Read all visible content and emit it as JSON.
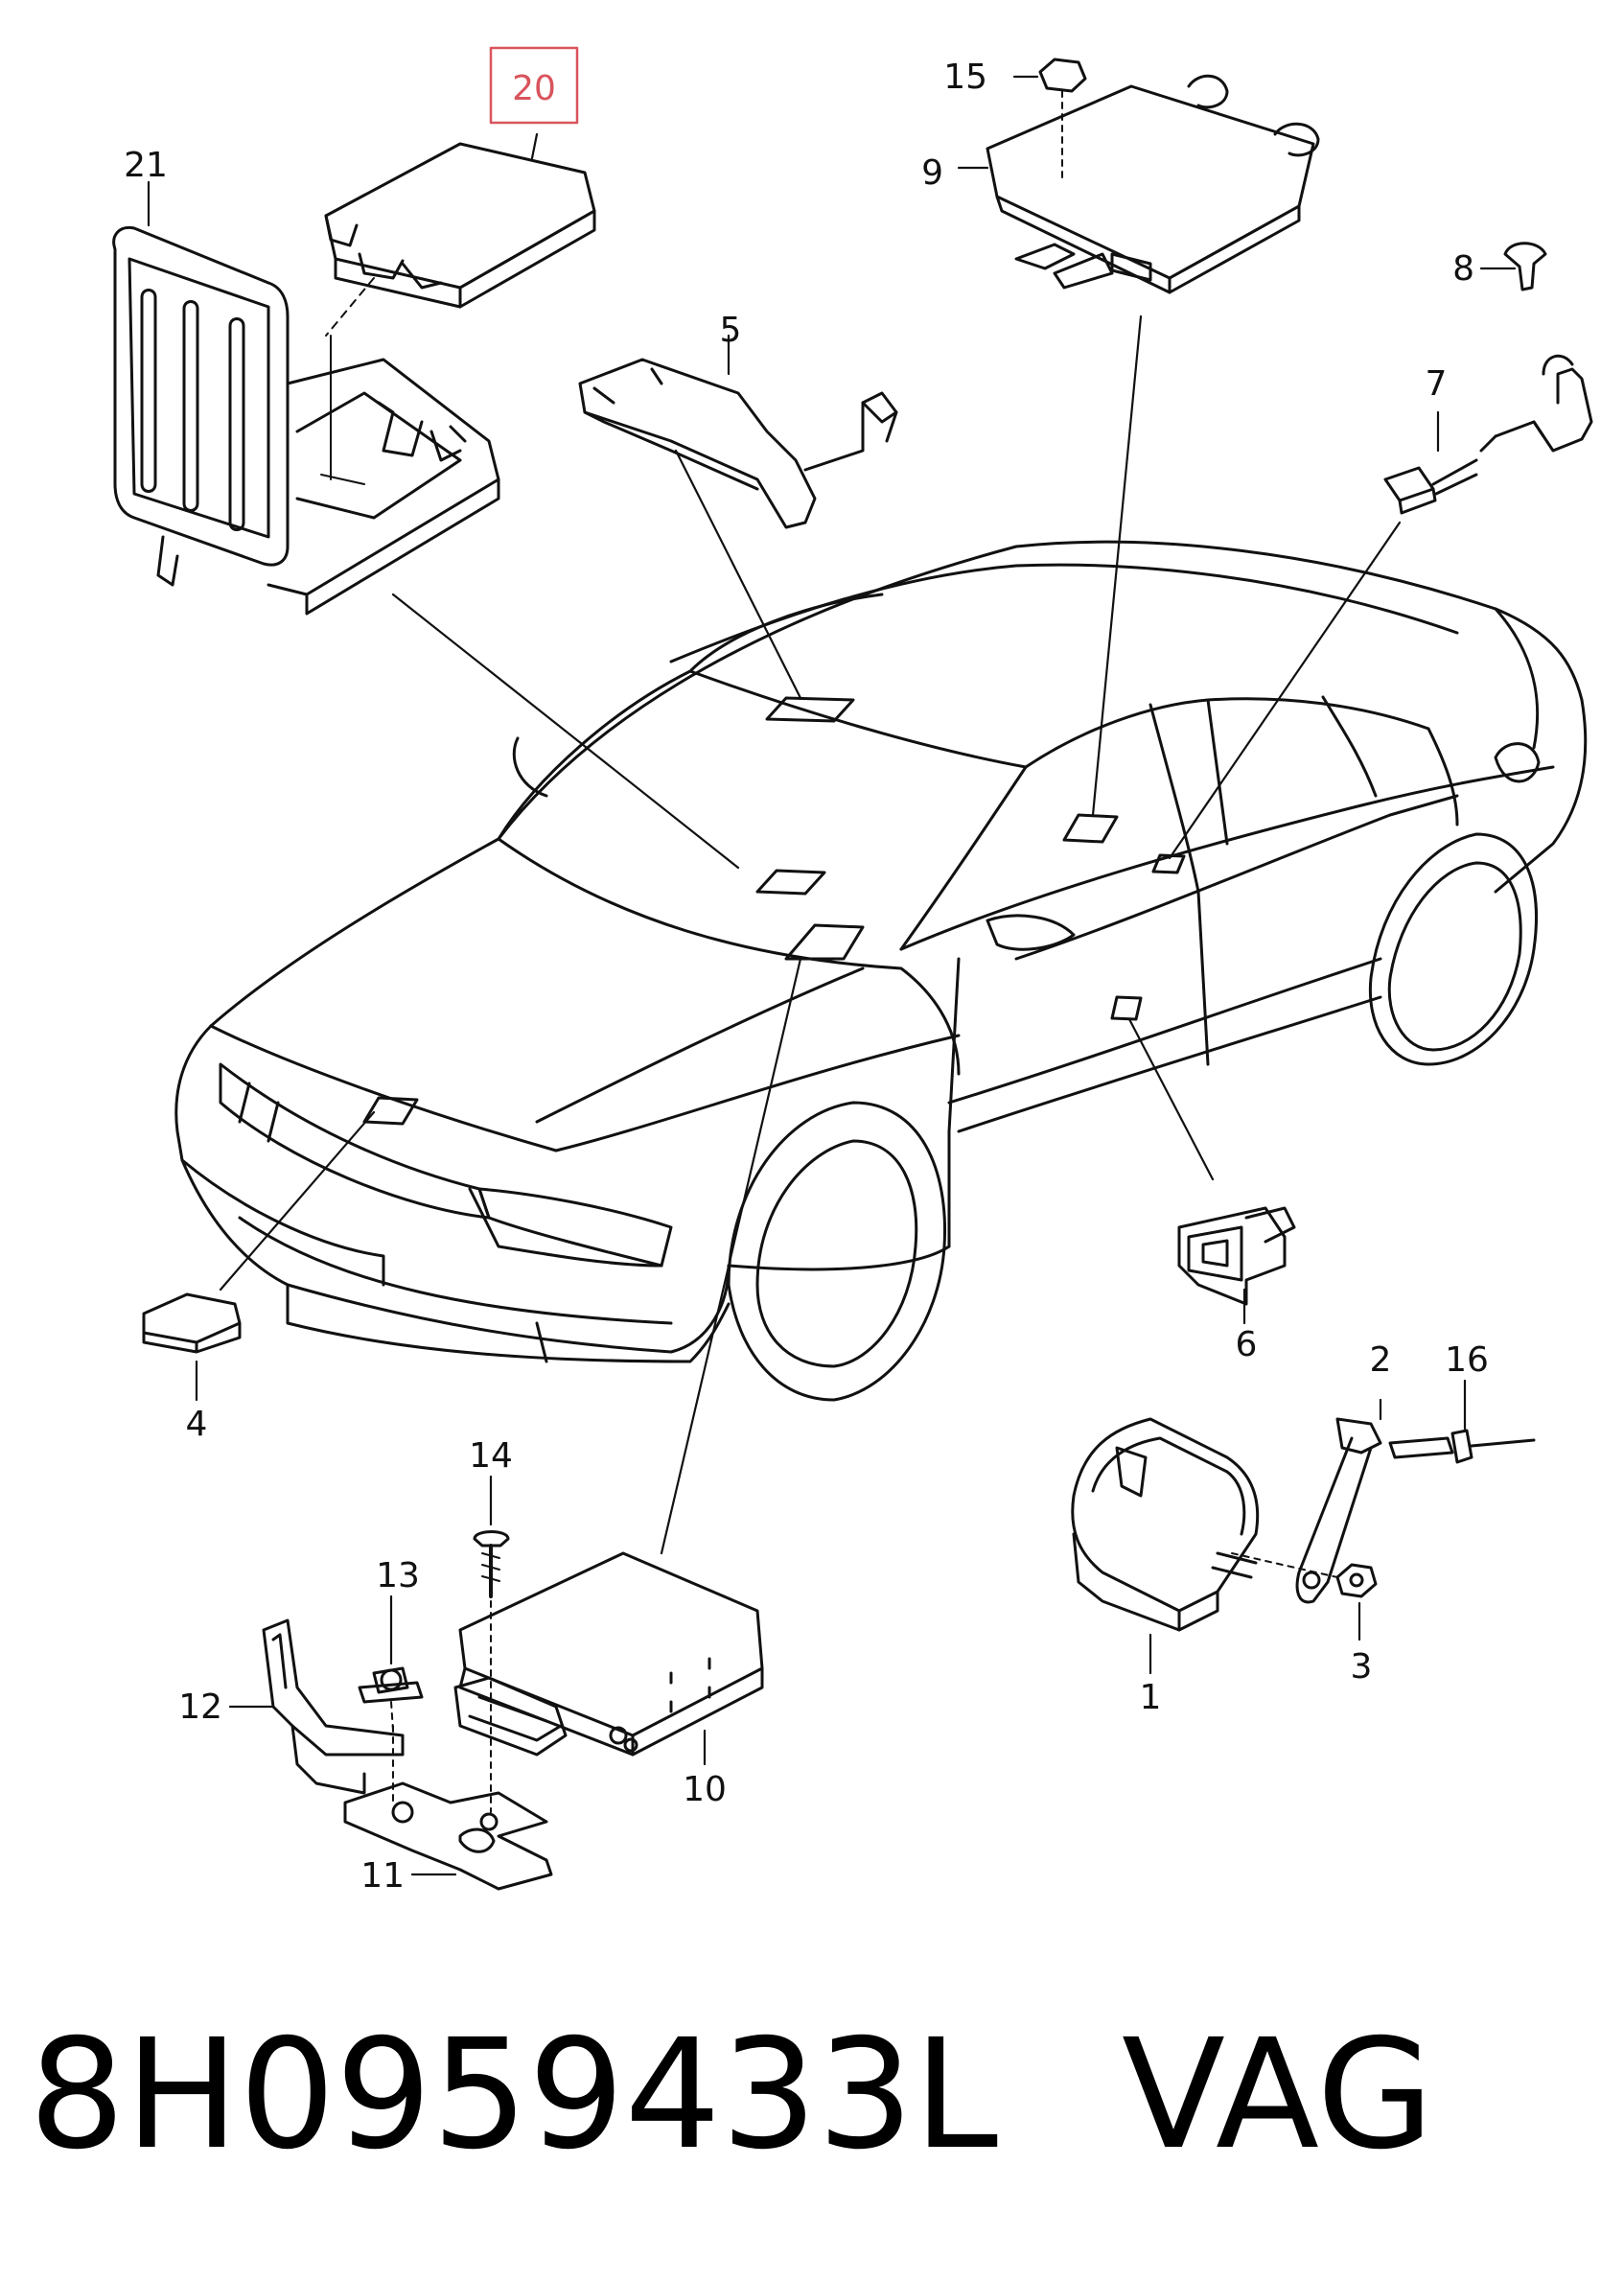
{
  "diagram": {
    "highlighted_callout": "20",
    "highlight_color": "#d9545c",
    "line_color": "#111111",
    "callouts": [
      "1",
      "2",
      "3",
      "4",
      "5",
      "6",
      "7",
      "8",
      "9",
      "10",
      "11",
      "12",
      "13",
      "14",
      "15",
      "16",
      "20",
      "21"
    ]
  },
  "footer": {
    "part_number": "8H0959433L",
    "brand": "VAG"
  }
}
